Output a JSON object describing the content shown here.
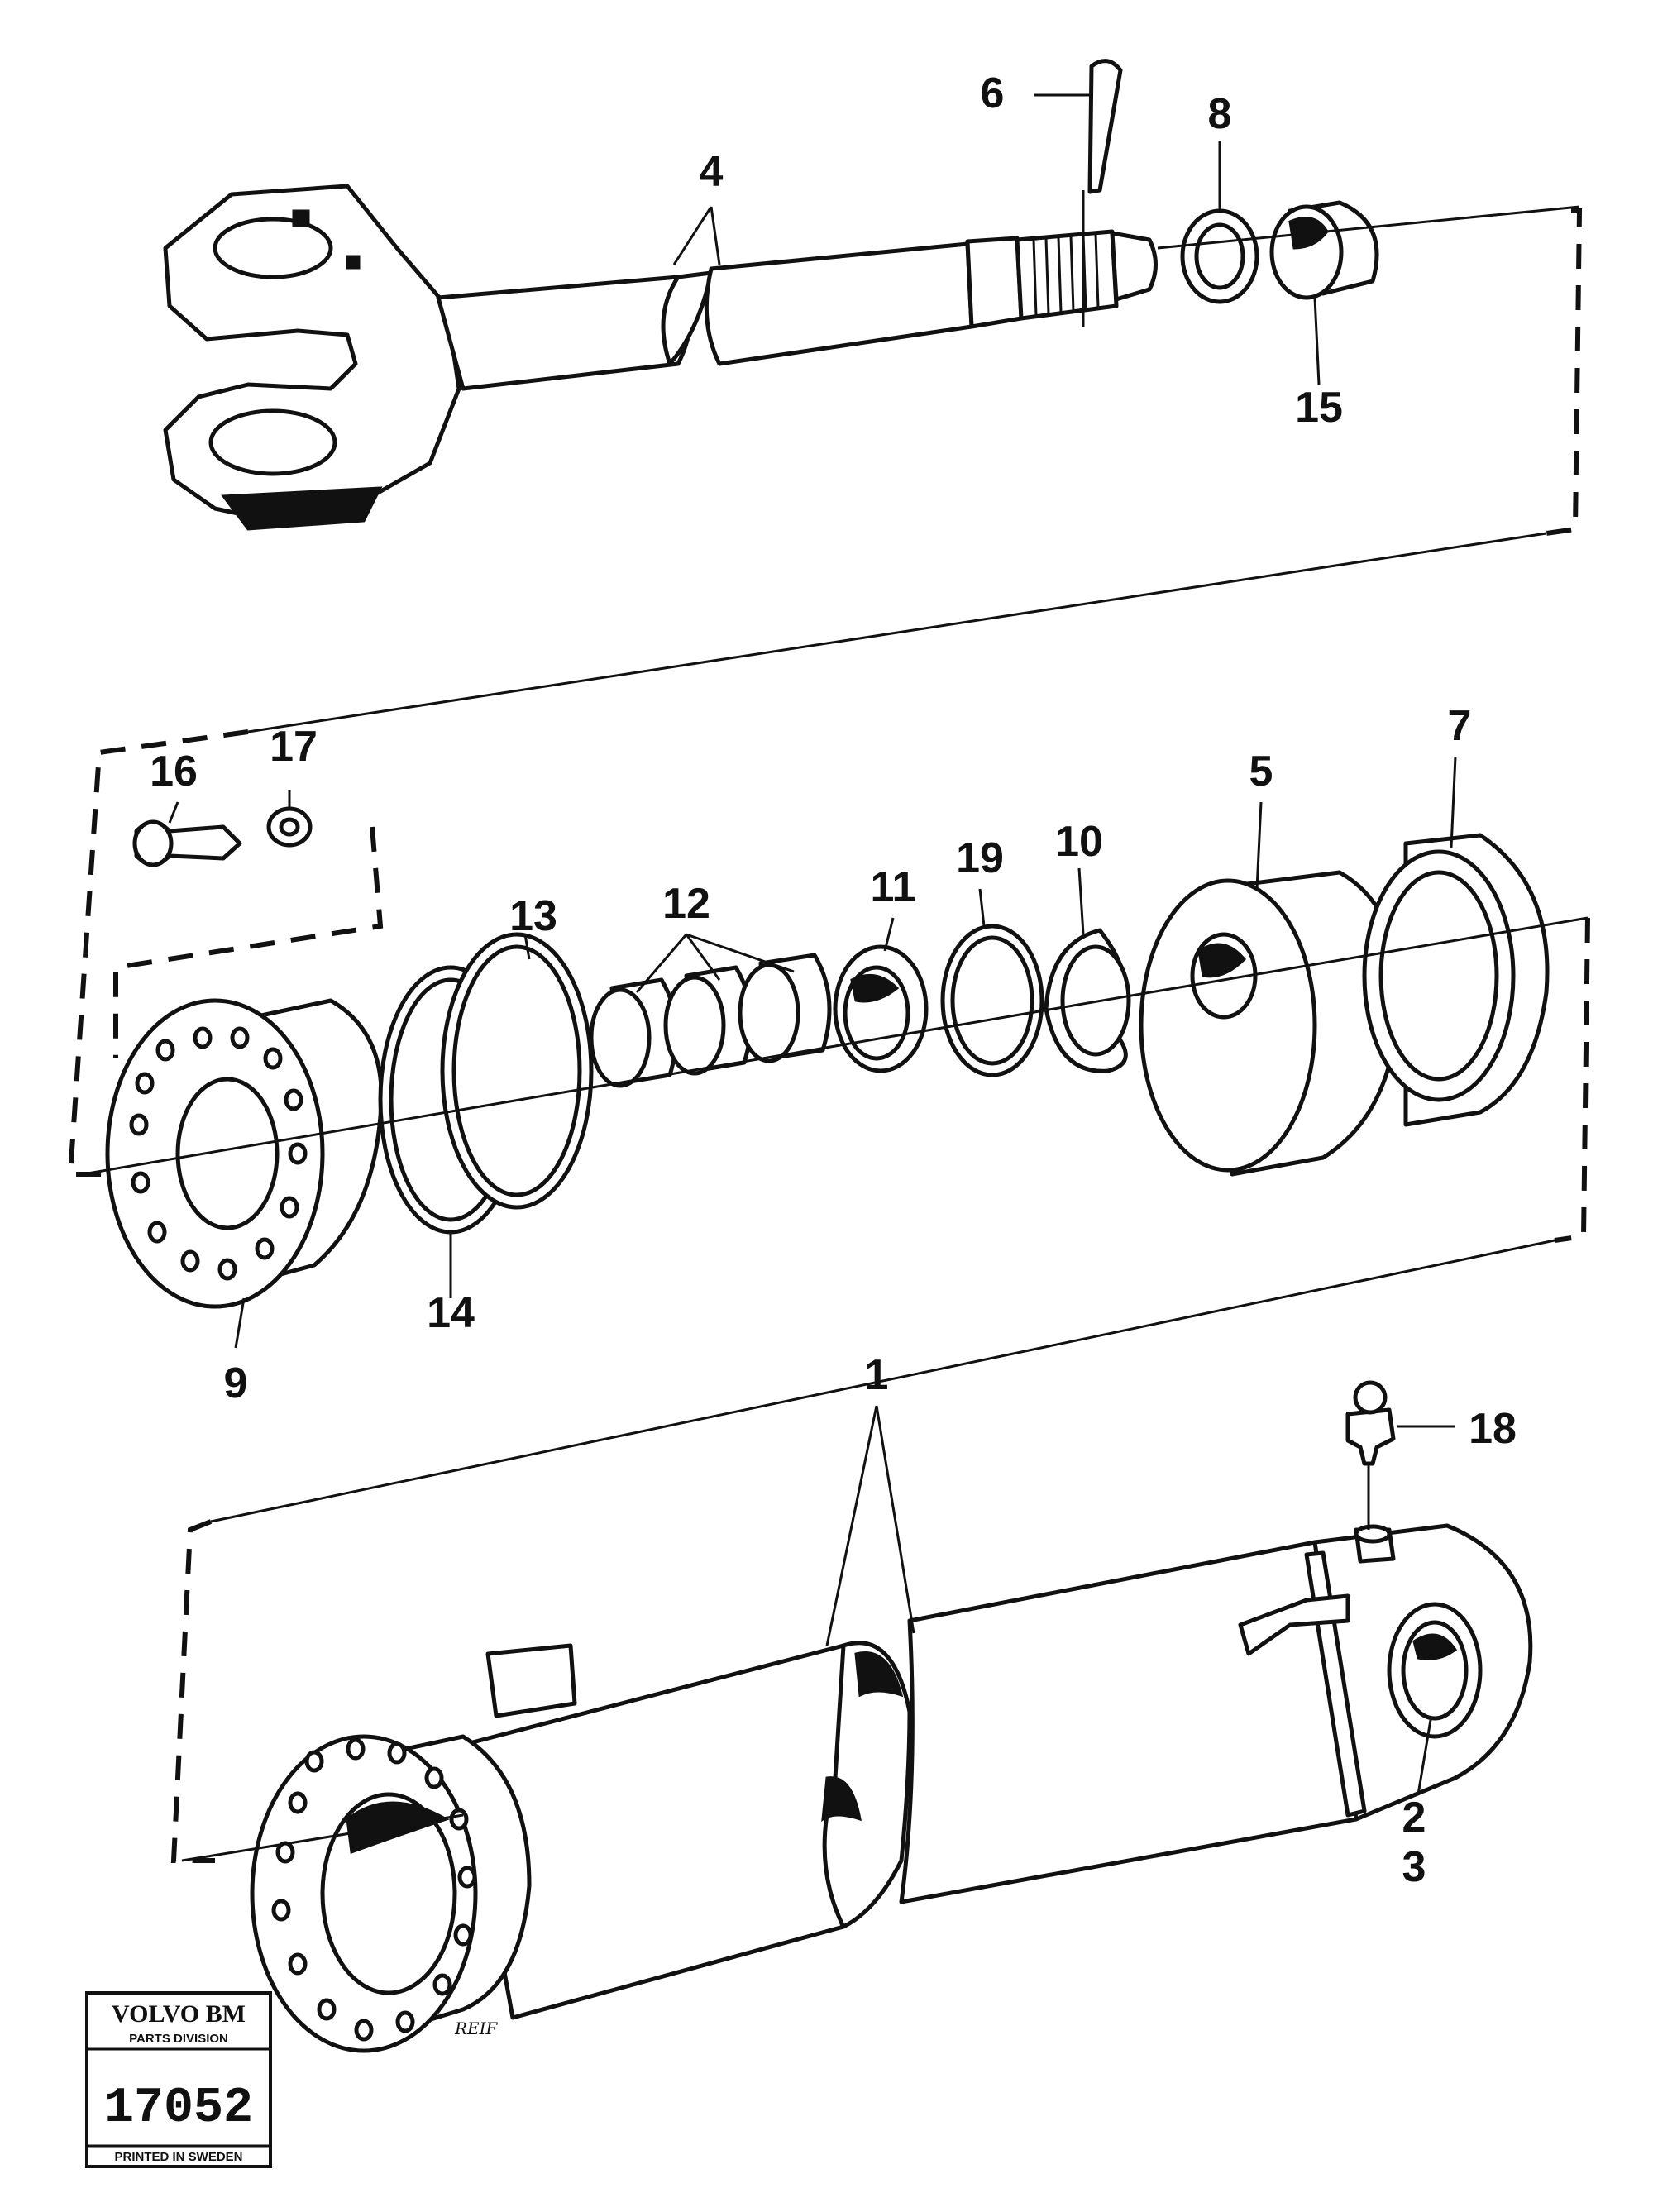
{
  "callouts": {
    "c1": "1",
    "c2": "2",
    "c3": "3",
    "c4": "4",
    "c5": "5",
    "c6": "6",
    "c7": "7",
    "c8": "8",
    "c9": "9",
    "c10": "10",
    "c11": "11",
    "c12": "12",
    "c13": "13",
    "c14": "14",
    "c15": "15",
    "c16": "16",
    "c17": "17",
    "c18": "18",
    "c19": "19"
  },
  "stamp": {
    "brand": "VOLVO BM",
    "division": "PARTS DIVISION",
    "number": "17052",
    "origin": "PRINTED IN SWEDEN"
  },
  "signature": "REIF"
}
